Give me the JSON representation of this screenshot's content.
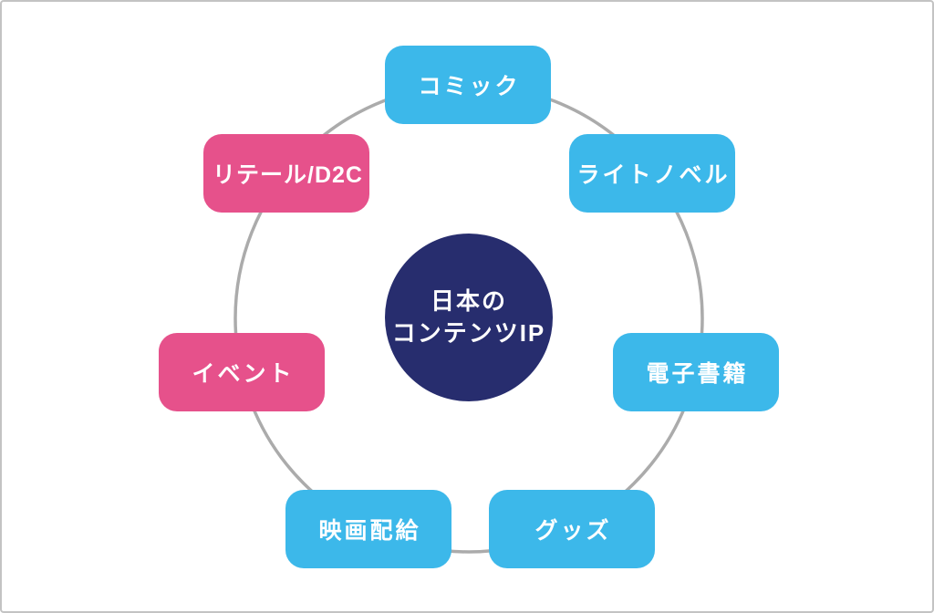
{
  "diagram": {
    "type": "cycle",
    "center": {
      "label_line1": "日本の",
      "label_line2": "コンテンツIP"
    },
    "nodes": [
      {
        "label": "コミック",
        "color": "blue"
      },
      {
        "label": "ライトノベル",
        "color": "blue"
      },
      {
        "label": "電子書籍",
        "color": "blue"
      },
      {
        "label": "グッズ",
        "color": "blue"
      },
      {
        "label": "映画配給",
        "color": "blue"
      },
      {
        "label": "イベント",
        "color": "pink"
      },
      {
        "label": "リテール/D2C",
        "color": "pink"
      }
    ],
    "palette": {
      "blue": "#3cb8ea",
      "pink": "#e6518b",
      "navy": "#272d6e",
      "ring": "#ababab",
      "page_border": "#c3c3c3",
      "text": "#ffffff"
    }
  }
}
